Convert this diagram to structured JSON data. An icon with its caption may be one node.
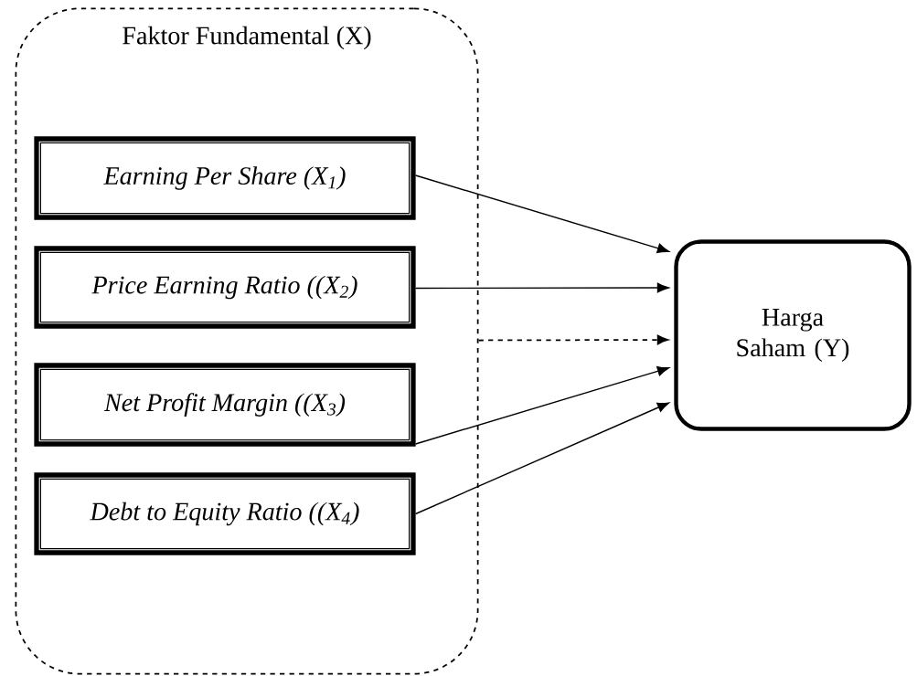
{
  "diagram": {
    "nodes": [
      {
        "text": [
          "Faktor Fundamental (X)"
        ]
      },
      {
        "text": [
          "Earning Per Share (X$_{1}$)"
        ],
        "in": 0
      },
      {
        "text": [
          "Price Earning Ratio ((X$_{2}$)"
        ],
        "in": 0
      },
      {
        "text": [
          "Net Profit Margin ((X$_{3}$)"
        ],
        "in": 0
      },
      {
        "text": [
          "Debt to Equity Ratio ((X$_{4}$)"
        ],
        "in": 0
      },
      {
        "text": [
          "Harga Saham (Y)"
        ]
      }
    ],
    "edges": [
      {
        "from": 1,
        "to": 5,
        "arrow": "to"
      },
      {
        "from": 2,
        "to": 5,
        "arrow": "to"
      },
      {
        "from": 0,
        "to": 5,
        "arrow": "to",
        "style": "dashed"
      },
      {
        "from": 3,
        "to": 5,
        "arrow": "to"
      },
      {
        "from": 4,
        "to": 5,
        "arrow": "to"
      }
    ]
  }
}
